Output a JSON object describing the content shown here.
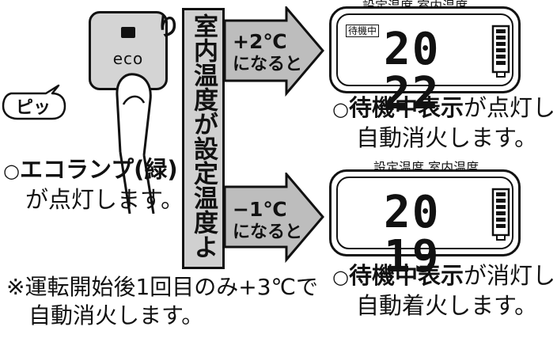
{
  "eco_button": {
    "label": "eco"
  },
  "beep": {
    "text": "ピッ"
  },
  "eco_lamp_caption": {
    "bullet": "○",
    "bold_text": "エコランプ(緑)",
    "line2": "が点灯します。"
  },
  "footnote": {
    "line1": "※運転開始後1回目のみ+3℃で",
    "line2": "自動消火します。"
  },
  "room_temp_bar": {
    "text": "室内温度が設定温度より"
  },
  "arrow_up": {
    "line1": "+2℃",
    "line2": "になると"
  },
  "arrow_down": {
    "line1": "−1℃",
    "line2": "になると"
  },
  "display_top": {
    "heading": "設定温度  室内温度",
    "standby_badge": "待機中",
    "digits": "20 22"
  },
  "display_bottom": {
    "heading": "設定温度  室内温度",
    "digits": "20 19"
  },
  "top_caption": {
    "bullet": "○",
    "bold_text": "待機中表示",
    "rest_line1": "が点灯し",
    "line2": "自動消火します。"
  },
  "bottom_caption": {
    "bullet": "○",
    "bold_text": "待機中表示",
    "rest_line1": "が消灯し",
    "line2": "自動着火します。"
  },
  "colors": {
    "button_fill": "#d4d4d4",
    "bar_fill": "#d0d0d0",
    "arrow_fill": "#bdbdbd",
    "ink": "#111111"
  }
}
